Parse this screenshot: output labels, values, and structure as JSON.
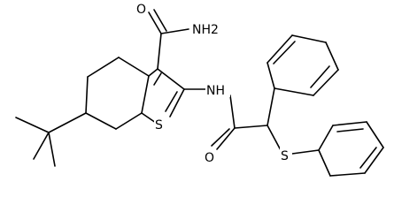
{
  "diagram": {
    "type": "chemical-structure",
    "atom_labels": {
      "amide_n": "NH2",
      "amide_o": "O",
      "ring_s": "S",
      "amine_nh": "NH",
      "acyl_o": "O",
      "thioether_s": "S"
    },
    "colors": {
      "bond": "#000000",
      "background": "#ffffff"
    }
  }
}
